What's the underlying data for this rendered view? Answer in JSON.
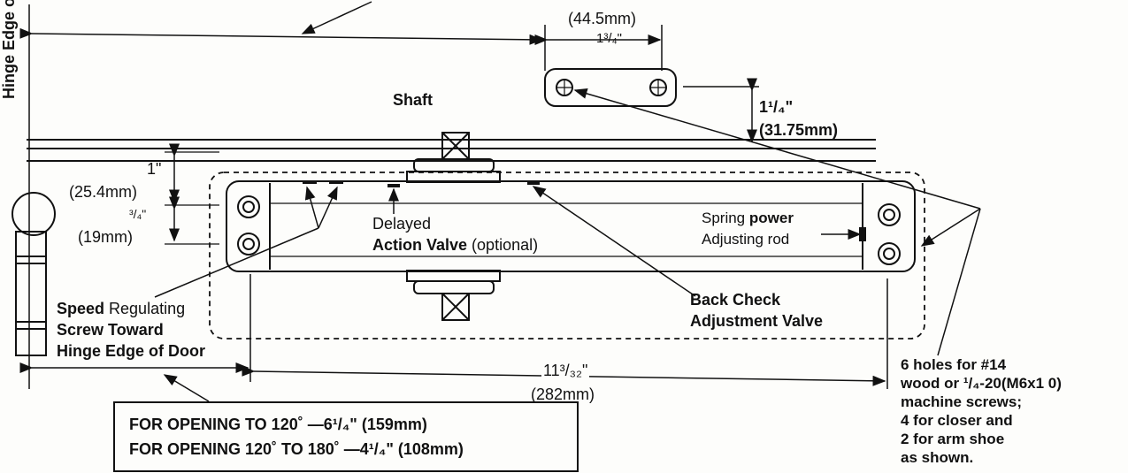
{
  "labels": {
    "hinge_edge": "Hinge Edge of Door",
    "shoe_width_mm": "(44.5mm)",
    "shoe_width_in": "1³/₄\"",
    "shoe_height_in": "1¹/₄\"",
    "shoe_height_mm": "(31.75mm)",
    "shaft": "Shaft",
    "dim_1in": "1\"",
    "dim_25mm": "(25.4mm)",
    "dim_3_4in": "³/₄\"",
    "dim_19mm": "(19mm)",
    "delayed_1": "Delayed",
    "delayed_2_bold": "Action Valve",
    "delayed_2_rest": " (optional)",
    "spring_1a": "Spring ",
    "spring_1b": "power",
    "spring_2": "Adjusting rod",
    "speed_1a": "Speed",
    "speed_1b": " Regulating",
    "speed_2": "Screw Toward",
    "speed_3": "Hinge Edge of Door",
    "backcheck_1": "Back Check",
    "backcheck_2": "Adjustment Valve",
    "length_in": "11³/₃₂\"",
    "length_mm": "(282mm)"
  },
  "opening_box": {
    "row1": "FOR OPENING TO 120˚  —6¹/₄\" (159mm)",
    "row2": "FOR OPENING 120˚  TO 180˚  —4¹/₄\" (108mm)"
  },
  "holes_note": [
    "6 holes for #14",
    "wood or ¹/₄-20(M6x1 0)",
    "machine screws;",
    "4 for closer and",
    "2 for arm shoe",
    "as shown."
  ]
}
